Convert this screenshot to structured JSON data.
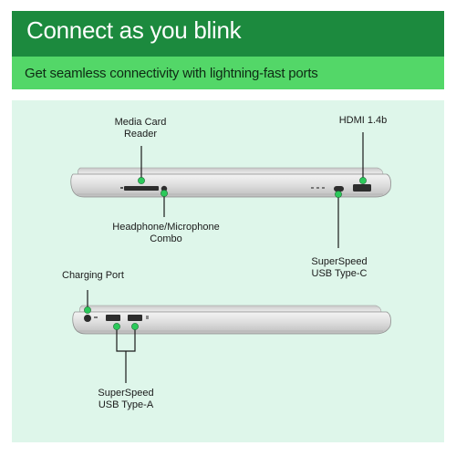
{
  "header": {
    "title": "Connect as you blink"
  },
  "subheader": {
    "text": "Get seamless connectivity with lightning-fast ports"
  },
  "top_laptop": {
    "labels": {
      "media_card_reader": "Media Card Reader",
      "headphone_mic": "Headphone/Microphone Combo",
      "hdmi": "HDMI 1.4b",
      "usb_c": "SuperSpeed USB Type-C"
    }
  },
  "bottom_laptop": {
    "labels": {
      "charging_port": "Charging Port",
      "usb_a": "SuperSpeed USB Type-A"
    }
  },
  "colors": {
    "header_bg": "#1c8a3e",
    "subheader_bg": "#53d768",
    "panel_bg": "#def6ea",
    "marker_green": "#2bc95a"
  }
}
